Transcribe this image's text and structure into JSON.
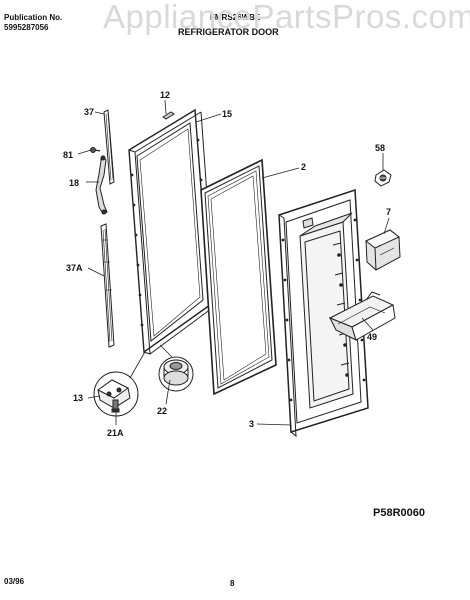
{
  "header": {
    "publication_label": "Publication No.",
    "publication_number": "5995287056",
    "model": "FMRS26WBE",
    "watermark": "AppliancePartsPros.com",
    "section_title": "REFRIGERATOR DOOR"
  },
  "callouts": {
    "c37": "37",
    "c12": "12",
    "c15": "15",
    "c81": "81",
    "c2": "2",
    "c58": "58",
    "c18": "18",
    "c7": "7",
    "c37a": "37A",
    "c49": "49",
    "c13": "13",
    "c22": "22",
    "c21a": "21A",
    "c3": "3"
  },
  "figure_code": "P58R0060",
  "footer": {
    "date": "03/96",
    "page": "8"
  }
}
